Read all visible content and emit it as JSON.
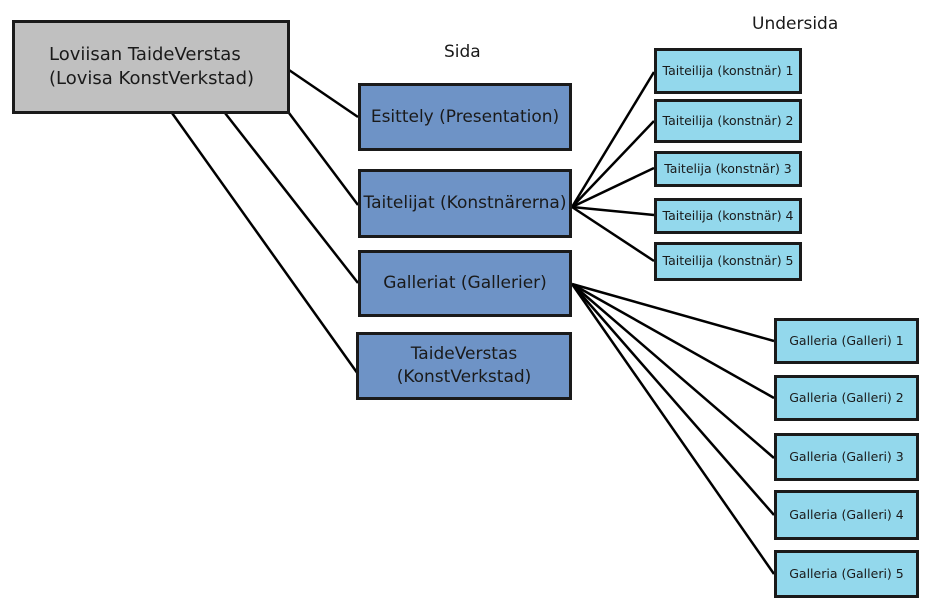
{
  "headers": {
    "pages": "Sida",
    "subpages": "Undersida"
  },
  "root": {
    "line1": "Loviisan TaideVerstas",
    "line2": "(Lovisa KonstVerkstad)"
  },
  "pages": [
    "Esittely (Presentation)",
    "Taitelijat (Konstnärerna)",
    "Galleriat (Gallerier)",
    [
      "TaideVerstas",
      "(KonstVerkstad)"
    ]
  ],
  "artists": [
    "Taiteilija (konstnär) 1",
    "Taiteilija (konstnär) 2",
    "Taitelija (konstnär) 3",
    "Taiteilija (konstnär) 4",
    "Taiteilija (konstnär) 5"
  ],
  "galleries": [
    "Galleria (Galleri) 1",
    "Galleria (Galleri) 2",
    "Galleria (Galleri) 3",
    "Galleria (Galleri) 4",
    "Galleria (Galleri) 5"
  ],
  "colors": {
    "root": "#c0c0c0",
    "page": "#6e93c6",
    "subpage": "#93d8ec",
    "line": "#000000"
  }
}
